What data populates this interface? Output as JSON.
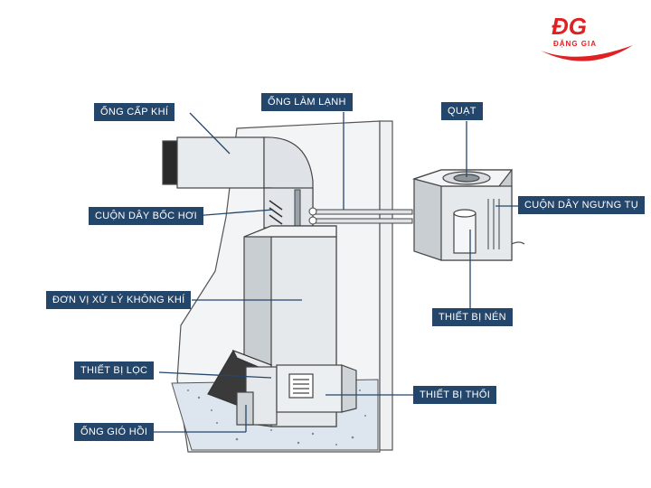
{
  "brand": {
    "logo_text": "ĐẶNG GIA",
    "logo_mark": "ĐG",
    "accent_color": "#e02124"
  },
  "labels": {
    "supply_duct": "ỐNG CẤP KHÍ",
    "evaporator_coil": "CUỘN DÂY BỐC HƠI",
    "air_handler": "ĐƠN VỊ XỬ LÝ KHÔNG KHÍ",
    "filter": "THIẾT BỊ LỌC",
    "return_duct": "ỐNG GIÓ HỒI",
    "refrigerant_line": "ỐNG LÀM LẠNH",
    "fan": "QUẠT",
    "condenser_coil": "CUỘN DÂY NGƯNG TỤ",
    "compressor": "THIẾT BỊ NÉN",
    "blower": "THIẾT BỊ THỔI"
  },
  "colors": {
    "label_bg": "#25466b",
    "leader_line": "#25466b",
    "unit_fill": "#e6e9ec",
    "unit_shade": "#c9ced3",
    "floor_fill": "#dde6ef"
  }
}
